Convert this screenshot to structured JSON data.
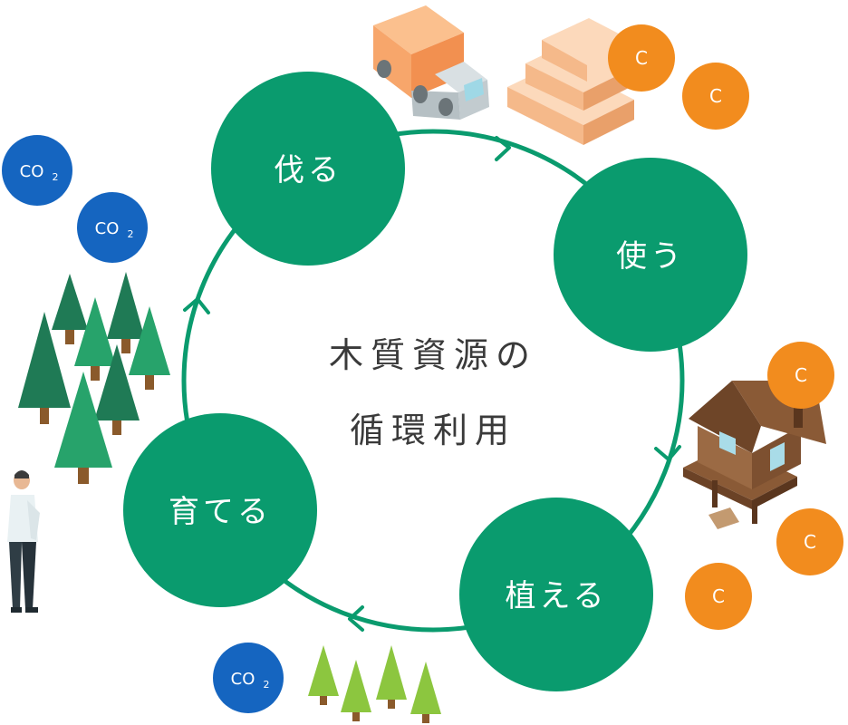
{
  "colors": {
    "stage_green": "#0a9b6e",
    "cycle_line": "#0a9b6e",
    "co2_blue": "#1565c0",
    "carbon_orange": "#f28c1e",
    "dark_tree": "#1f7a55",
    "mid_tree": "#27a36b",
    "light_tree": "#8cc63f",
    "trunk": "#8a5a2b",
    "wood_plank": "#f8c8a0",
    "truck_cargo": "#f7a66b",
    "house_wood": "#7a5032"
  },
  "center": {
    "line1": "木質資源の",
    "line2": "循環利用"
  },
  "stages": [
    {
      "label": "伐る"
    },
    {
      "label": "使う"
    },
    {
      "label": "植える"
    },
    {
      "label": "育てる"
    }
  ],
  "co2": {
    "text": "CO",
    "sub": "2"
  },
  "carbon": {
    "text": "C"
  },
  "icons": {
    "truck": "truck-icon",
    "lumber": "lumber-stack-icon",
    "house": "wooden-house-icon",
    "forest": "forest-icon",
    "saplings": "sapling-icon",
    "person": "person-icon"
  }
}
